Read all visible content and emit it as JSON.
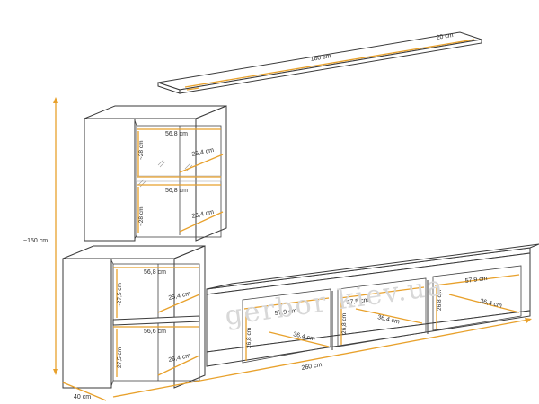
{
  "colors": {
    "outline": "#3a3a3a",
    "dimension_line": "#e8a12c",
    "watermark": "#d8d8d8"
  },
  "labels": {
    "shelf_length": "180 cm",
    "shelf_depth": "20 cm",
    "total_height": "~150 cm",
    "depth": "40 cm",
    "tv_width": "260 cm",
    "upper_cab_top_width": "56,8 cm",
    "upper_cab_top_depth": "25,4 cm",
    "upper_cab_top_height": "~28 cm",
    "upper_cab_bottom_width": "56,8 cm",
    "upper_cab_bottom_depth": "26,4 cm",
    "upper_cab_bottom_height": "~28 cm",
    "lower_cab_top_width": "56,8 cm",
    "lower_cab_top_depth": "25,4 cm",
    "lower_cab_top_height": "~27,5 cm",
    "lower_cab_bottom_width": "56,6 cm",
    "lower_cab_bottom_depth": "26,4 cm",
    "lower_cab_bottom_height": "27,5 cm",
    "tv1_width": "57,9 cm",
    "tv1_depth": "36,4 cm",
    "tv1_height": "26,8 cm",
    "tv2_width": "57,5 cm",
    "tv2_depth": "36,4 cm",
    "tv2_height": "26,8 cm",
    "tv3_width": "57,9 cm",
    "tv3_depth": "36,4 cm",
    "tv3_height": "26,8 cm"
  },
  "watermark": "gerbor kiev.ua"
}
